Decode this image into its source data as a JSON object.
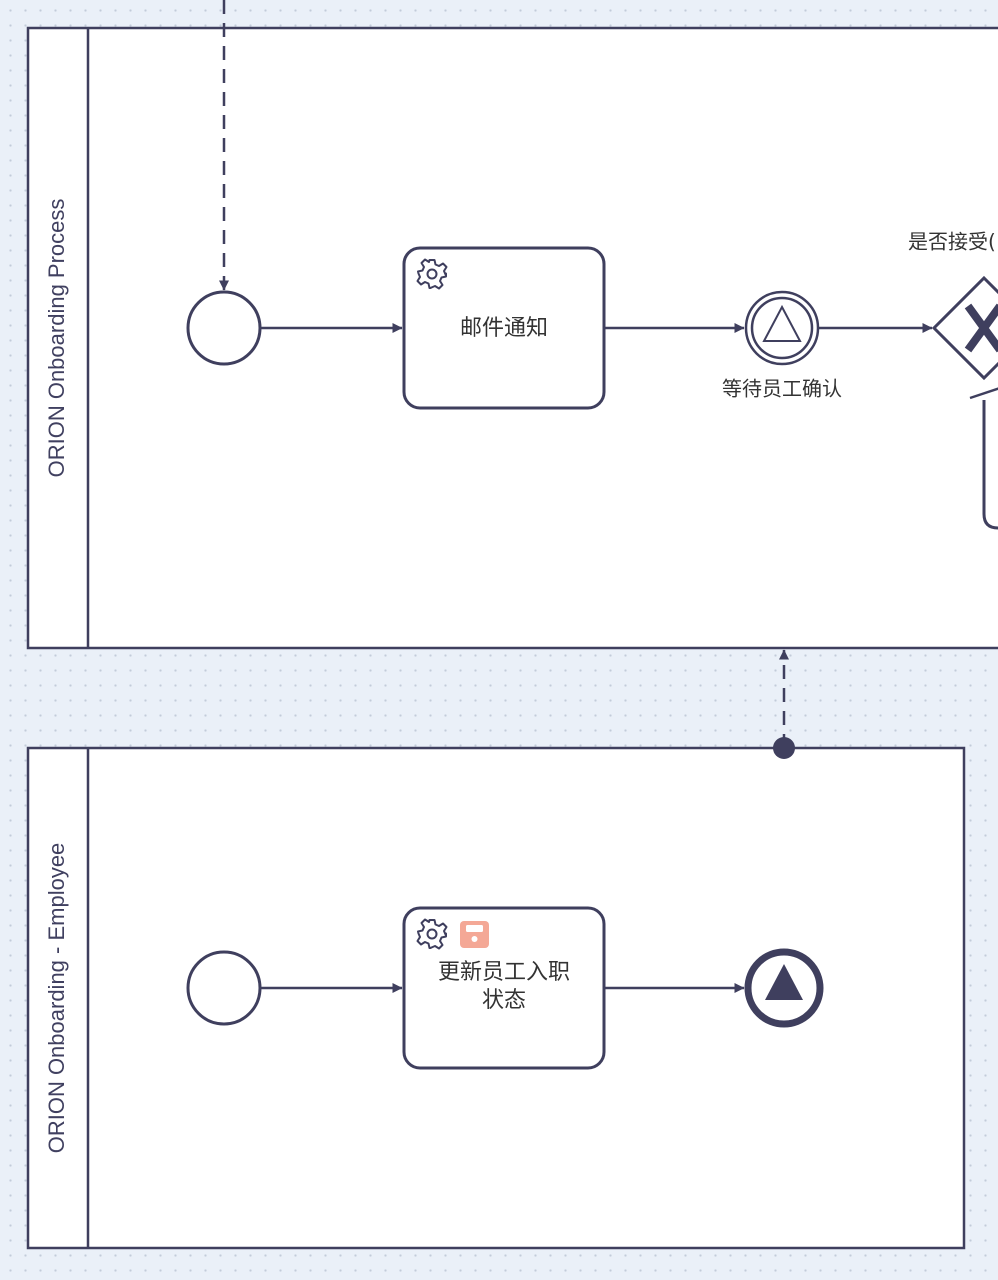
{
  "pools": {
    "process": {
      "label": "ORION Onboarding Process"
    },
    "employee": {
      "label": "ORION Onboarding - Employee"
    }
  },
  "tasks": {
    "email_notify": {
      "label": "邮件通知",
      "icon": "gear-icon"
    },
    "update_status": {
      "label_line1": "更新员工入职",
      "label_line2": "状态",
      "icons": [
        "gear-icon",
        "save-icon"
      ]
    }
  },
  "events": {
    "wait_confirm": {
      "label": "等待员工确认",
      "icon": "signal-triangle-icon"
    },
    "end_signal": {
      "icon": "signal-triangle-filled-icon"
    }
  },
  "gateways": {
    "accept": {
      "label": "是否接受(",
      "icon": "x-exclusive-icon"
    }
  },
  "colors": {
    "stroke": "#3f3f5e",
    "pool_fill": "#ffffff",
    "canvas_bg": "#eaf0f8",
    "save_icon": "#f4a896"
  }
}
